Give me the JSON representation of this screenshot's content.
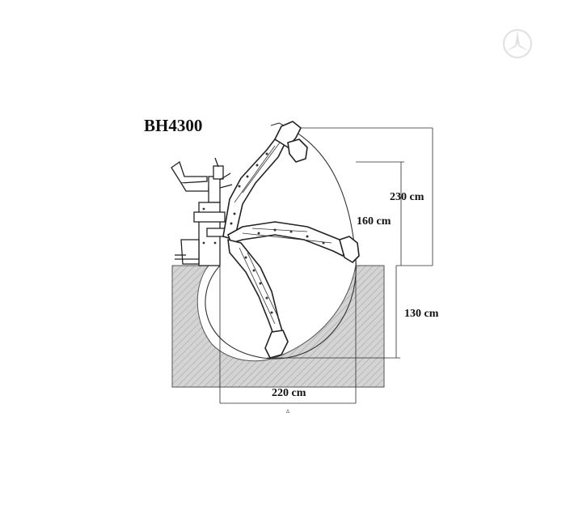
{
  "title": "BH4300",
  "dimensions": {
    "max_reach_height": "230 cm",
    "dump_height": "160 cm",
    "dig_depth": "130 cm",
    "reach_width": "220 cm"
  },
  "colors": {
    "ground_fill": "#d4d4d4",
    "ground_hatch": "#9e9e9e",
    "ink": "#222222",
    "watermark": "#e2e2e2"
  },
  "watermark_icon": "mercedes-star-icon"
}
